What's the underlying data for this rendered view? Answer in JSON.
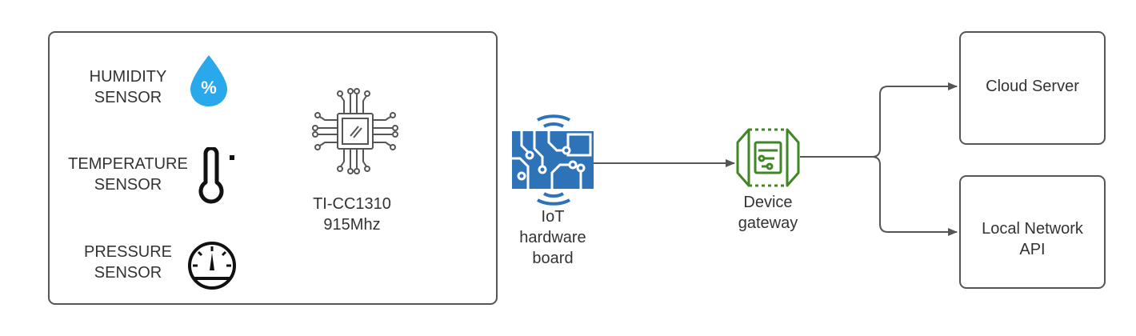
{
  "sensor_panel": {
    "humidity_label": "HUMIDITY\nSENSOR",
    "temperature_label": "TEMPERATURE\nSENSOR",
    "pressure_label": "PRESSURE\nSENSOR",
    "chip_label": "TI-CC1310\n915Mhz",
    "humidity_icon_text": "%"
  },
  "iot_board": {
    "label": "IoT\nhardware\nboard"
  },
  "gateway": {
    "label": "Device\ngateway"
  },
  "cloud_server": {
    "label": "Cloud Server"
  },
  "local_api": {
    "label": "Local Network\nAPI"
  },
  "colors": {
    "line": "#555555",
    "text": "#333333",
    "humidity_blue": "#2aa8ec",
    "board_blue": "#2e73b8",
    "gateway_green": "#3f8624"
  },
  "icons": [
    "water-drop-icon",
    "thermometer-icon",
    "gauge-icon",
    "chip-icon",
    "iot-board-icon",
    "gateway-icon"
  ]
}
